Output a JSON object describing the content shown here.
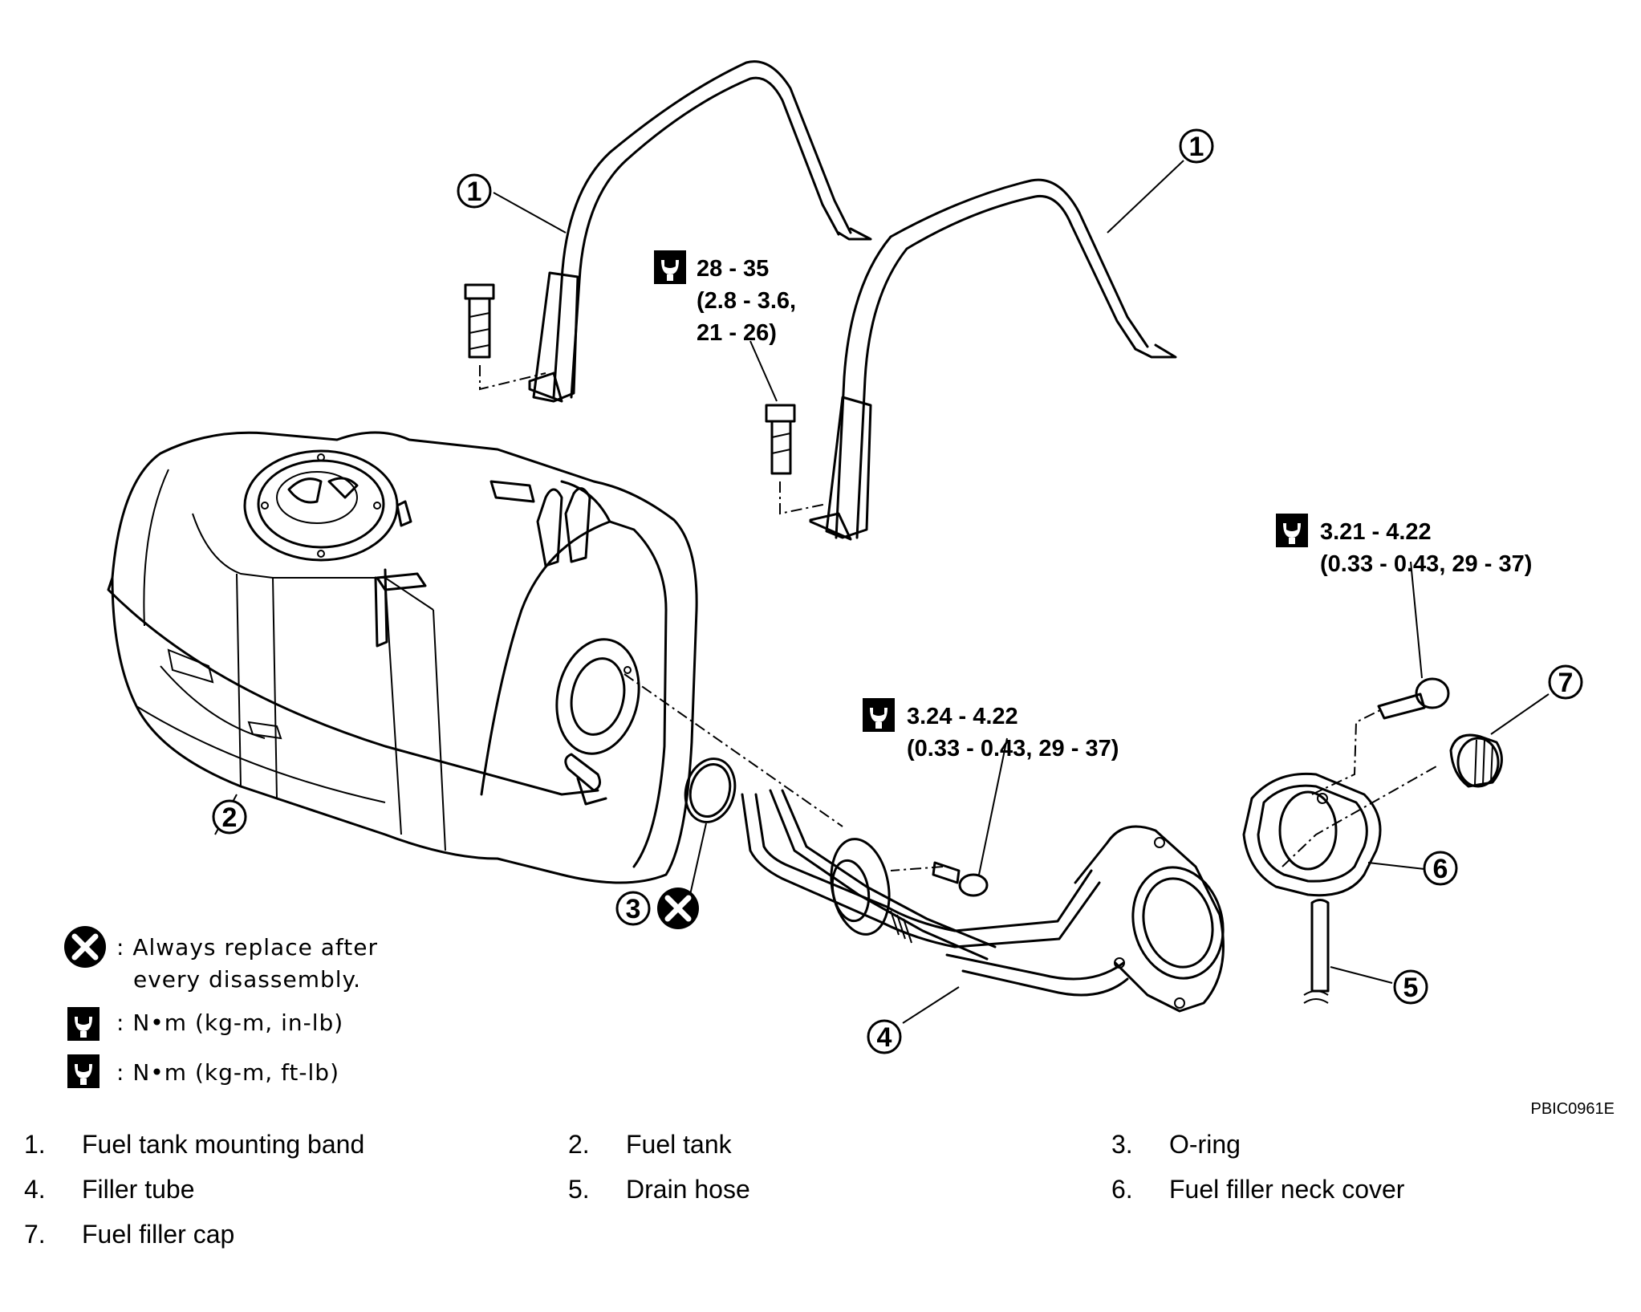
{
  "callouts": [
    "1",
    "2",
    "3",
    "4",
    "5",
    "6",
    "7"
  ],
  "torque_specs": {
    "bracket_bolt": [
      "28 - 35",
      "(2.8 - 3.6,",
      "21 - 26)"
    ],
    "tube_bolt": [
      "3.24 - 4.22",
      "(0.33 - 0.43, 29 - 37)"
    ],
    "cover_bolt": [
      "3.21 - 4.22",
      "(0.33 - 0.43, 29 - 37)"
    ]
  },
  "legend": {
    "replace_line1": ": Always replace after",
    "replace_line2": "every disassembly.",
    "inlb": ":  N•m  (kg-m,  in-lb)",
    "ftlb": ":  N•m  (kg-m,  ft-lb)"
  },
  "figure_code": "PBIC0961E",
  "parts": [
    {
      "num": "1.",
      "name": "Fuel tank mounting band"
    },
    {
      "num": "2.",
      "name": "Fuel tank"
    },
    {
      "num": "3.",
      "name": "O-ring"
    },
    {
      "num": "4.",
      "name": "Filler tube"
    },
    {
      "num": "5.",
      "name": "Drain hose"
    },
    {
      "num": "6.",
      "name": "Fuel filler neck cover"
    },
    {
      "num": "7.",
      "name": "Fuel filler cap"
    }
  ],
  "icons": {
    "replace": "x-circle-icon",
    "torque_inlb": "torque-wrench-inlb-icon",
    "torque_ftlb": "torque-wrench-ftlb-icon"
  }
}
